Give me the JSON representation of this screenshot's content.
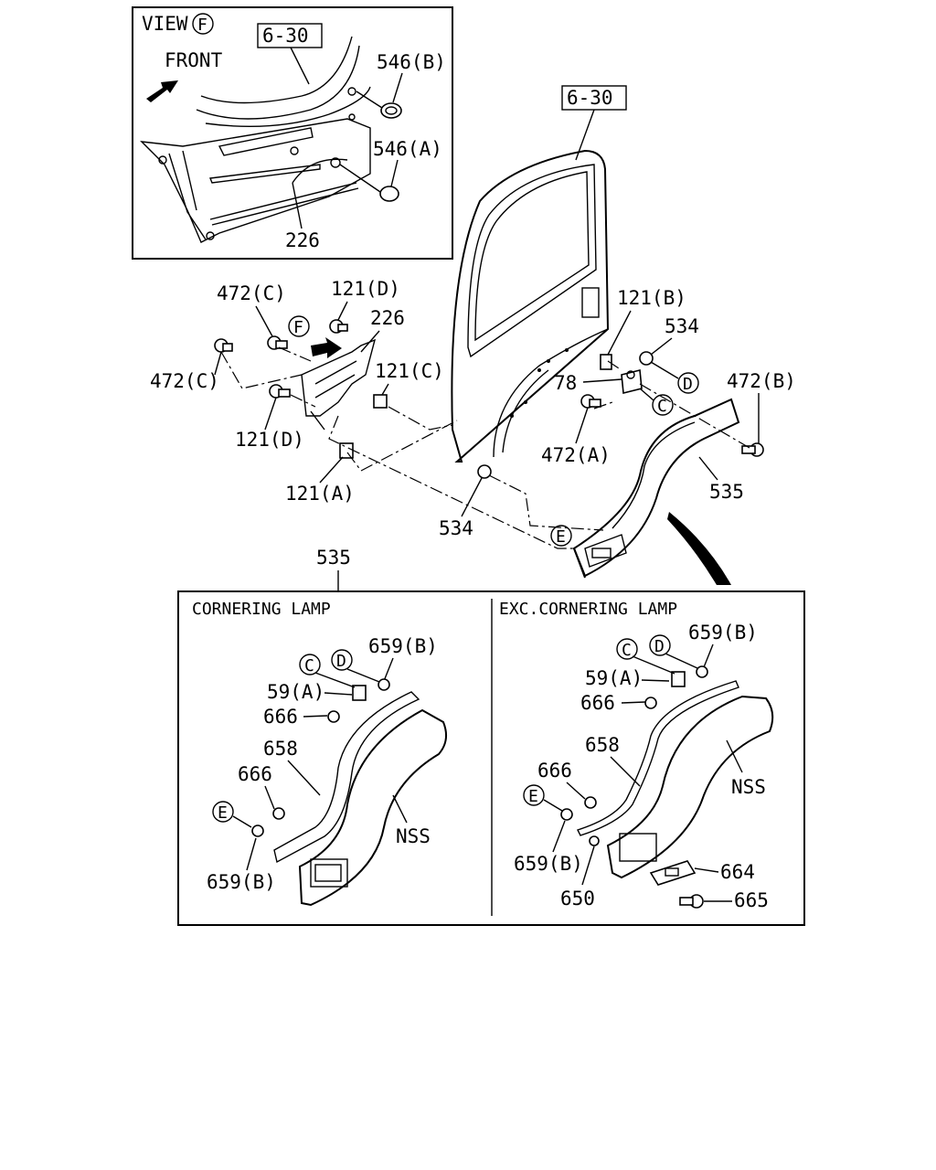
{
  "view_box": {
    "title": "VIEW",
    "view_letter": "F",
    "front_label": "FRONT",
    "ref": "6-30",
    "labels": [
      "546(B)",
      "546(A)",
      "226"
    ]
  },
  "main": {
    "ref": "6-30",
    "labels": {
      "l472c_top": "472(C)",
      "l121d_top": "121(D)",
      "l226": "226",
      "l121b": "121(B)",
      "l534_top": "534",
      "l472c_left": "472(C)",
      "l121c": "121(C)",
      "l78": "78",
      "l472b": "472(B)",
      "l121d_bot": "121(D)",
      "l472a": "472(A)",
      "l121a": "121(A)",
      "l535_right": "535",
      "l534_bot": "534",
      "l535_top": "535"
    },
    "callouts": {
      "f": "F",
      "d": "D",
      "c": "C",
      "e": "E"
    }
  },
  "detail_box": {
    "left_title": "CORNERING LAMP",
    "right_title": "EXC.CORNERING LAMP",
    "left_labels": {
      "c": "C",
      "d": "D",
      "l659b_top": "659(B)",
      "l59a": "59(A)",
      "l666_a": "666",
      "l658": "658",
      "l666_b": "666",
      "e": "E",
      "l659b_bot": "659(B)",
      "nss": "NSS"
    },
    "right_labels": {
      "c": "C",
      "d": "D",
      "l659b_top": "659(B)",
      "l59a": "59(A)",
      "l666_a": "666",
      "l658": "658",
      "l666_b": "666",
      "e": "E",
      "l659b_bot": "659(B)",
      "l650": "650",
      "nss": "NSS",
      "l664": "664",
      "l665": "665"
    }
  }
}
